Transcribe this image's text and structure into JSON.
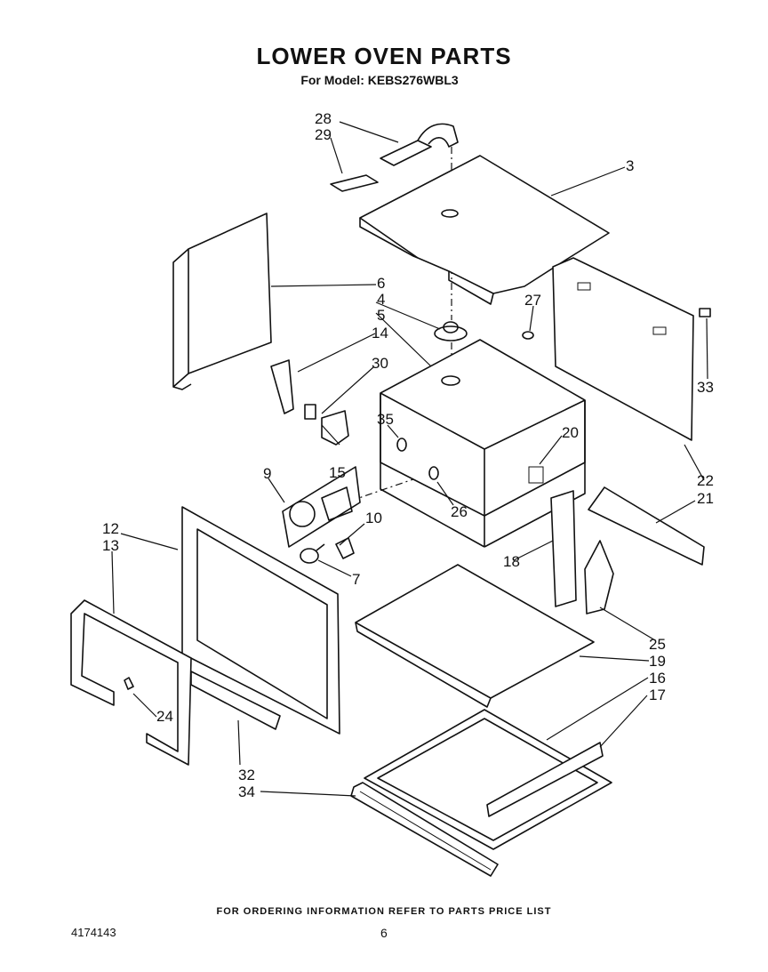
{
  "header": {
    "title": "LOWER OVEN PARTS",
    "model_line": "For Model: KEBS276WBL3"
  },
  "footer": {
    "ordering_note": "FOR ORDERING INFORMATION REFER TO PARTS PRICE LIST",
    "doc_number": "4174143",
    "page_number": "6"
  },
  "callouts": {
    "c3": "3",
    "c4": "4",
    "c5": "5",
    "c6": "6",
    "c7": "7",
    "c9": "9",
    "c10": "10",
    "c12": "12",
    "c13": "13",
    "c14": "14",
    "c15": "15",
    "c16": "16",
    "c17": "17",
    "c18": "18",
    "c19": "19",
    "c20": "20",
    "c21": "21",
    "c22": "22",
    "c24": "24",
    "c25": "25",
    "c26": "26",
    "c27": "27",
    "c28": "28",
    "c29": "29",
    "c30": "30",
    "c32": "32",
    "c33": "33",
    "c34": "34",
    "c35": "35"
  }
}
